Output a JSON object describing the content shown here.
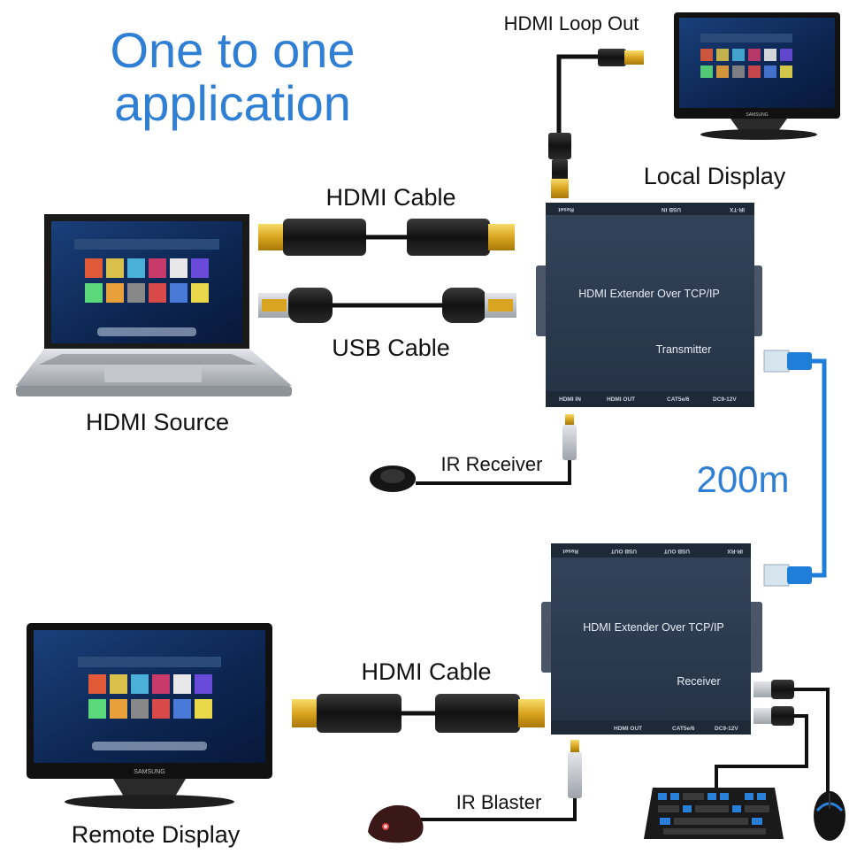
{
  "title": {
    "line1": "One to one",
    "line2": "application"
  },
  "labels": {
    "hdmi_loop_out": "HDMI Loop Out",
    "local_display": "Local Display",
    "hdmi_cable_top": "HDMI Cable",
    "usb_cable": "USB Cable",
    "hdmi_source": "HDMI Source",
    "ir_receiver": "IR Receiver",
    "distance": "200m",
    "hdmi_cable_bottom": "HDMI Cable",
    "remote_display": "Remote Display",
    "ir_blaster": "IR Blaster"
  },
  "transmitter": {
    "name": "HDMI Extender Over TCP/IP",
    "role": "Transmitter",
    "top_ports": [
      "Reset",
      "USB IN",
      "IR-TX"
    ],
    "bottom_ports": [
      "HDMI IN",
      "HDMI OUT",
      "CAT5e/6",
      "DC9-12V"
    ]
  },
  "receiver": {
    "name": "HDMI Extender Over TCP/IP",
    "role": "Receiver",
    "top_ports": [
      "Reset",
      "USB OUT",
      "USB OUT",
      "IR-RX"
    ],
    "bottom_ports": [
      "HDMI OUT",
      "CAT5e/6",
      "DC9-12V"
    ]
  },
  "brand": {
    "monitor": "SAMSUNG"
  },
  "colors": {
    "title": "#2f7fd4",
    "box": "#2c3a4e",
    "cable": "#1a1a1a",
    "network": "#1f7fd8",
    "gold": "#e0b020"
  }
}
